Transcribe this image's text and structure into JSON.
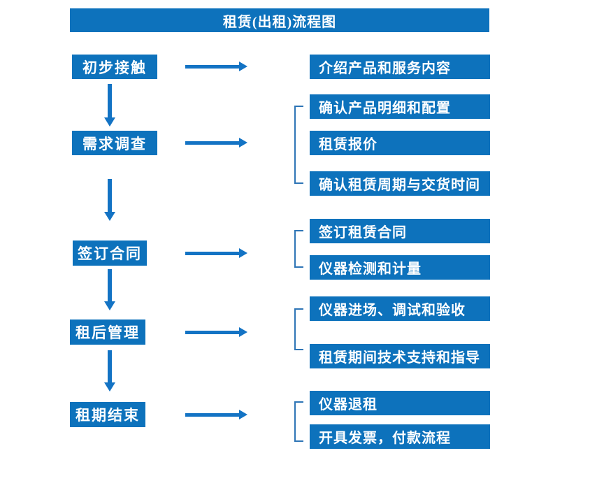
{
  "title": "租赁(出租)流程图",
  "colors": {
    "box_blue": "#0d72bc",
    "arrow_blue": "#1373c4",
    "bracket_blue": "#2e75b6",
    "text_white": "#ffffff"
  },
  "stages": [
    {
      "label": "初步接触",
      "details": [
        "介绍产品和服务内容"
      ]
    },
    {
      "label": "需求调查",
      "details": [
        "确认产品明细和配置",
        "租赁报价",
        "确认租赁周期与交货时间"
      ]
    },
    {
      "label": "签订合同",
      "details": [
        "签订租赁合同",
        "仪器检测和计量"
      ]
    },
    {
      "label": "租后管理",
      "details": [
        "仪器进场、调试和验收",
        "租赁期间技术支持和指导"
      ]
    },
    {
      "label": "租期结束",
      "details": [
        "仪器退租",
        "开具发票，付款流程"
      ]
    }
  ]
}
